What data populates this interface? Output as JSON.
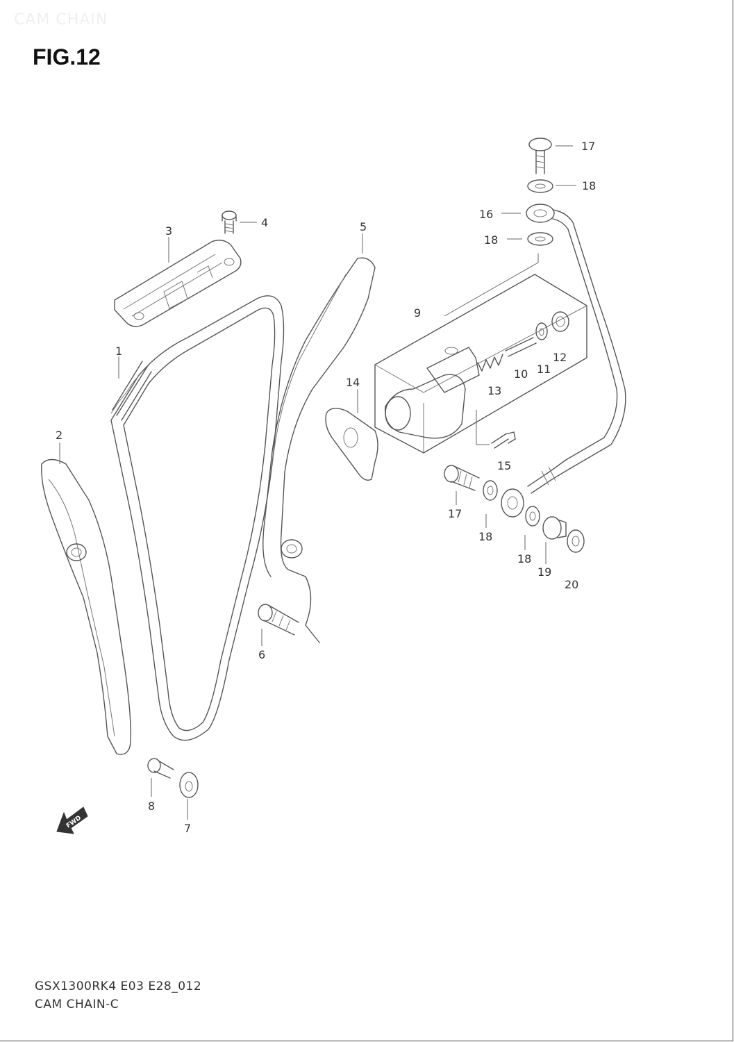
{
  "watermark": "CAM CHAIN",
  "figure": {
    "title": "FIG.12"
  },
  "callouts": [
    "1",
    "2",
    "3",
    "4",
    "5",
    "6",
    "7",
    "8",
    "9",
    "10",
    "11",
    "12",
    "13",
    "14",
    "15",
    "16",
    "17",
    "17",
    "18",
    "18",
    "18",
    "18",
    "19",
    "20"
  ],
  "fwd_label": "FWD",
  "footer": {
    "code": "GSX1300RK4 E03 E28_012",
    "name": "CAM CHAIN-C"
  }
}
